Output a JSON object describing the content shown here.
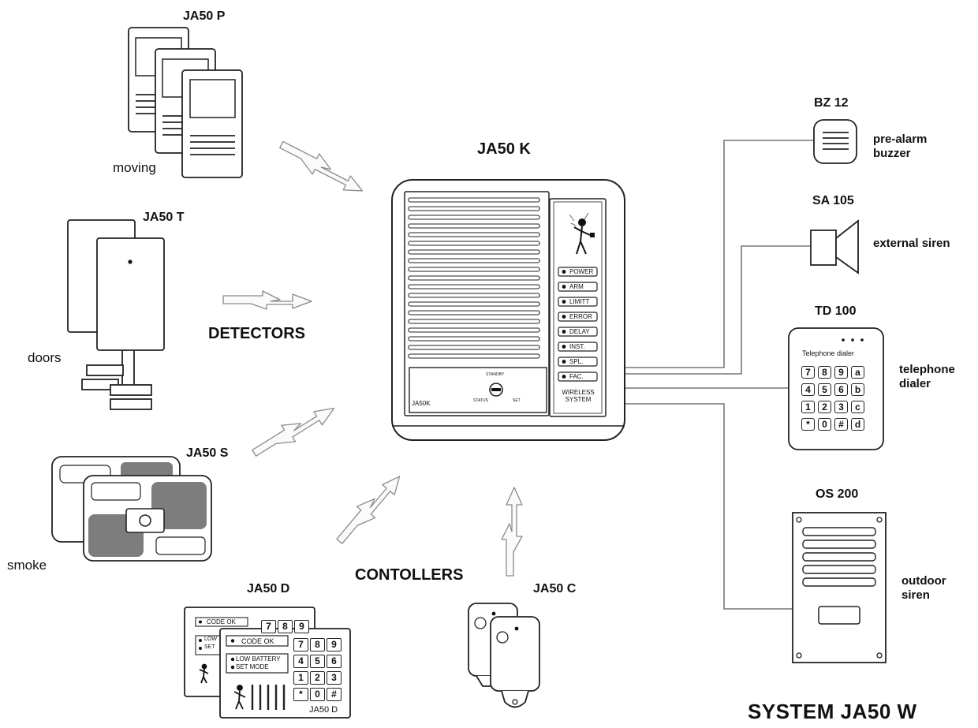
{
  "title": "SYSTEM JA50 W",
  "groups": {
    "detectors": "DETECTORS",
    "controllers": "CONTOLLERS"
  },
  "devices": {
    "ja50p": {
      "model": "JA50 P",
      "caption": "moving"
    },
    "ja50t": {
      "model": "JA50 T",
      "caption": "doors"
    },
    "ja50s": {
      "model": "JA50 S",
      "caption": "smoke"
    },
    "ja50d": {
      "model": "JA50 D",
      "panel_text": "JA50 D",
      "back_rows": [
        "CODE OK",
        "LOW",
        "SET"
      ],
      "rows": [
        "CODE OK",
        "LOW BATTERY",
        "SET MODE"
      ],
      "back_keys": [
        "7",
        "8",
        "9"
      ],
      "keys": [
        "7",
        "8",
        "9",
        "4",
        "5",
        "6",
        "1",
        "2",
        "3",
        "*",
        "0",
        "#"
      ]
    },
    "ja50c": {
      "model": "JA50 C"
    },
    "ja50k": {
      "model": "JA50 K",
      "badge": "JA50K",
      "system_label": "WIRELESS SYSTEM",
      "switch_labels": {
        "top": "STANDBY",
        "left": "STATUS",
        "right": "SET"
      },
      "leds": [
        "POWER",
        "ARM",
        "LIMITT",
        "ERROR",
        "DELAY",
        "INST.",
        "SPL.",
        "FAC."
      ]
    },
    "bz12": {
      "model": "BZ 12",
      "description": "pre-alarm buzzer"
    },
    "sa105": {
      "model": "SA 105",
      "description": "external siren"
    },
    "td100": {
      "model": "TD 100",
      "description": "telephone dialer",
      "panel_text": "Telephone dialer",
      "keys": [
        "7",
        "8",
        "9",
        "a",
        "4",
        "5",
        "6",
        "b",
        "1",
        "2",
        "3",
        "c",
        "*",
        "0",
        "#",
        "d"
      ]
    },
    "os200": {
      "model": "OS 200",
      "description": "outdoor siren"
    }
  }
}
